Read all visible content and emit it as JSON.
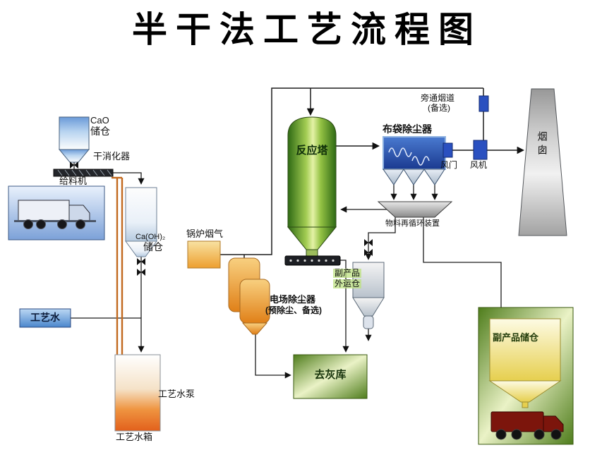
{
  "title": "半干法工艺流程图",
  "colors": {
    "line": "#1c1c1c",
    "duct_component_blue": "#2a50c0",
    "tower_green": "#5a9a28",
    "vessel_orange": "#e8882a",
    "water_pipe_orange": "#c2691e",
    "storage_green": "#4f7d1c"
  },
  "labels": {
    "cao_l1": "CaO",
    "cao_l2": "储仓",
    "dry_slaker": "干消化器",
    "feeder": "给料机",
    "caoh2_l1": "Ca(OH)₂",
    "caoh2_l2": "储仓",
    "process_water": "工艺水",
    "water_tank": "工艺水箱",
    "water_pump": "工艺水泵",
    "boiler_flue_gas": "锅炉烟气",
    "esp_l1": "电场除尘器",
    "esp_l2": "(预除尘、备选)",
    "reactor": "反应塔",
    "bag_filter": "布袋除尘器",
    "bypass_l1": "旁通烟道",
    "bypass_l2": "(备选)",
    "damper": "风门",
    "fan": "风机",
    "stack": "烟囱",
    "recirculation": "物料再循环装置",
    "byproduct_out_l1": "副产品",
    "byproduct_out_l2": "外运仓",
    "ash_storage": "去灰库",
    "byproduct_silo": "副产品储仓"
  }
}
